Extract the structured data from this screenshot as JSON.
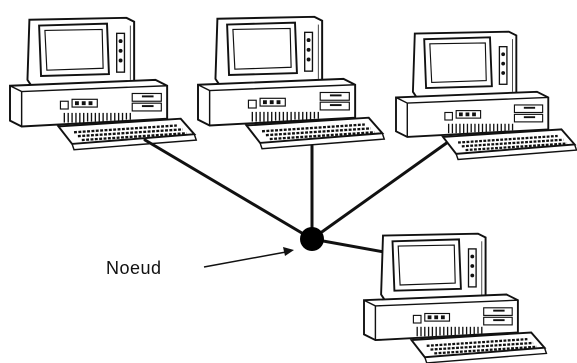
{
  "diagram": {
    "node_label": "Noeud",
    "line_color": "#111111",
    "node_color": "#000000",
    "computers": [
      {
        "id": "computer-1"
      },
      {
        "id": "computer-2"
      },
      {
        "id": "computer-3"
      },
      {
        "id": "computer-4"
      }
    ]
  }
}
